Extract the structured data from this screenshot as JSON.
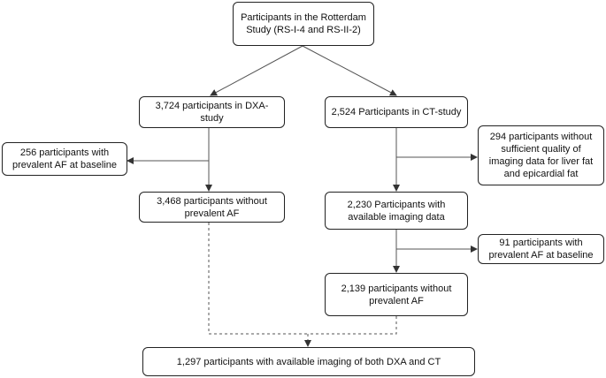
{
  "nodes": {
    "rotterdam": "Participants in the Rotterdam Study (RS-I-4 and RS-II-2)",
    "dxa": "3,724 participants in DXA-study",
    "ct": "2,524 Participants in CT-study",
    "af_dxa": "256 participants with prevalent AF at baseline",
    "exclude_ct": "294 participants without sufficient quality of imaging data for liver fat and epicardial fat",
    "dxa_noaf": "3,468 participants without prevalent AF",
    "ct_imaging": "2,230 Participants with available imaging data",
    "af_ct": "91 participants with prevalent AF at baseline",
    "ct_noaf": "2,139 participants without prevalent AF",
    "final": "1,297 participants with available imaging of both DXA and CT"
  }
}
